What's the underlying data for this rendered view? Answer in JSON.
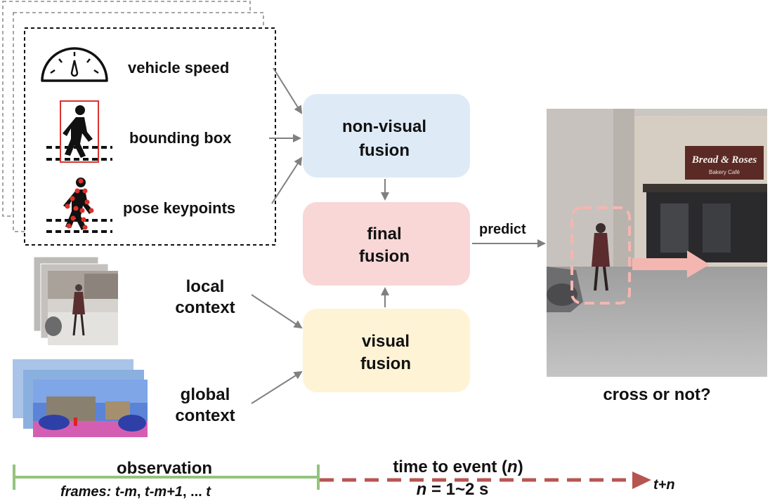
{
  "inputs": {
    "vehicle_speed": "vehicle speed",
    "bounding_box": "bounding box",
    "pose_keypoints": "pose keypoints",
    "local_context_line1": "local",
    "local_context_line2": "context",
    "global_context_line1": "global",
    "global_context_line2": "context"
  },
  "fusion": {
    "non_visual_line1": "non-visual",
    "non_visual_line2": "fusion",
    "final_line1": "final",
    "final_line2": "fusion",
    "visual_line1": "visual",
    "visual_line2": "fusion"
  },
  "output": {
    "predict": "predict",
    "question": "cross or not?",
    "sign_line1": "Bread & Roses",
    "sign_line2": "Bakery Café"
  },
  "timeline": {
    "observation": "observation",
    "frames_prefix": "frames: ",
    "frames_t1": "t-m",
    "frames_sep1": ", ",
    "frames_t2": "t-m+1",
    "frames_sep2": ", ... ",
    "frames_t3": "t",
    "time_to_event_prefix": "time to event (",
    "time_to_event_var": "n",
    "time_to_event_suffix": ")",
    "n_var": "n",
    "n_range": " = 1~2 s",
    "t_plus_n": "t+n"
  },
  "colors": {
    "non_visual_fill": "#deebf7",
    "final_fill": "#f8d7d6",
    "visual_fill": "#fff3d6",
    "observation_line": "#93c47d",
    "event_arrow": "#b85450",
    "arrow_gray": "#808080",
    "highlight_pink": "#f4b6b1"
  }
}
